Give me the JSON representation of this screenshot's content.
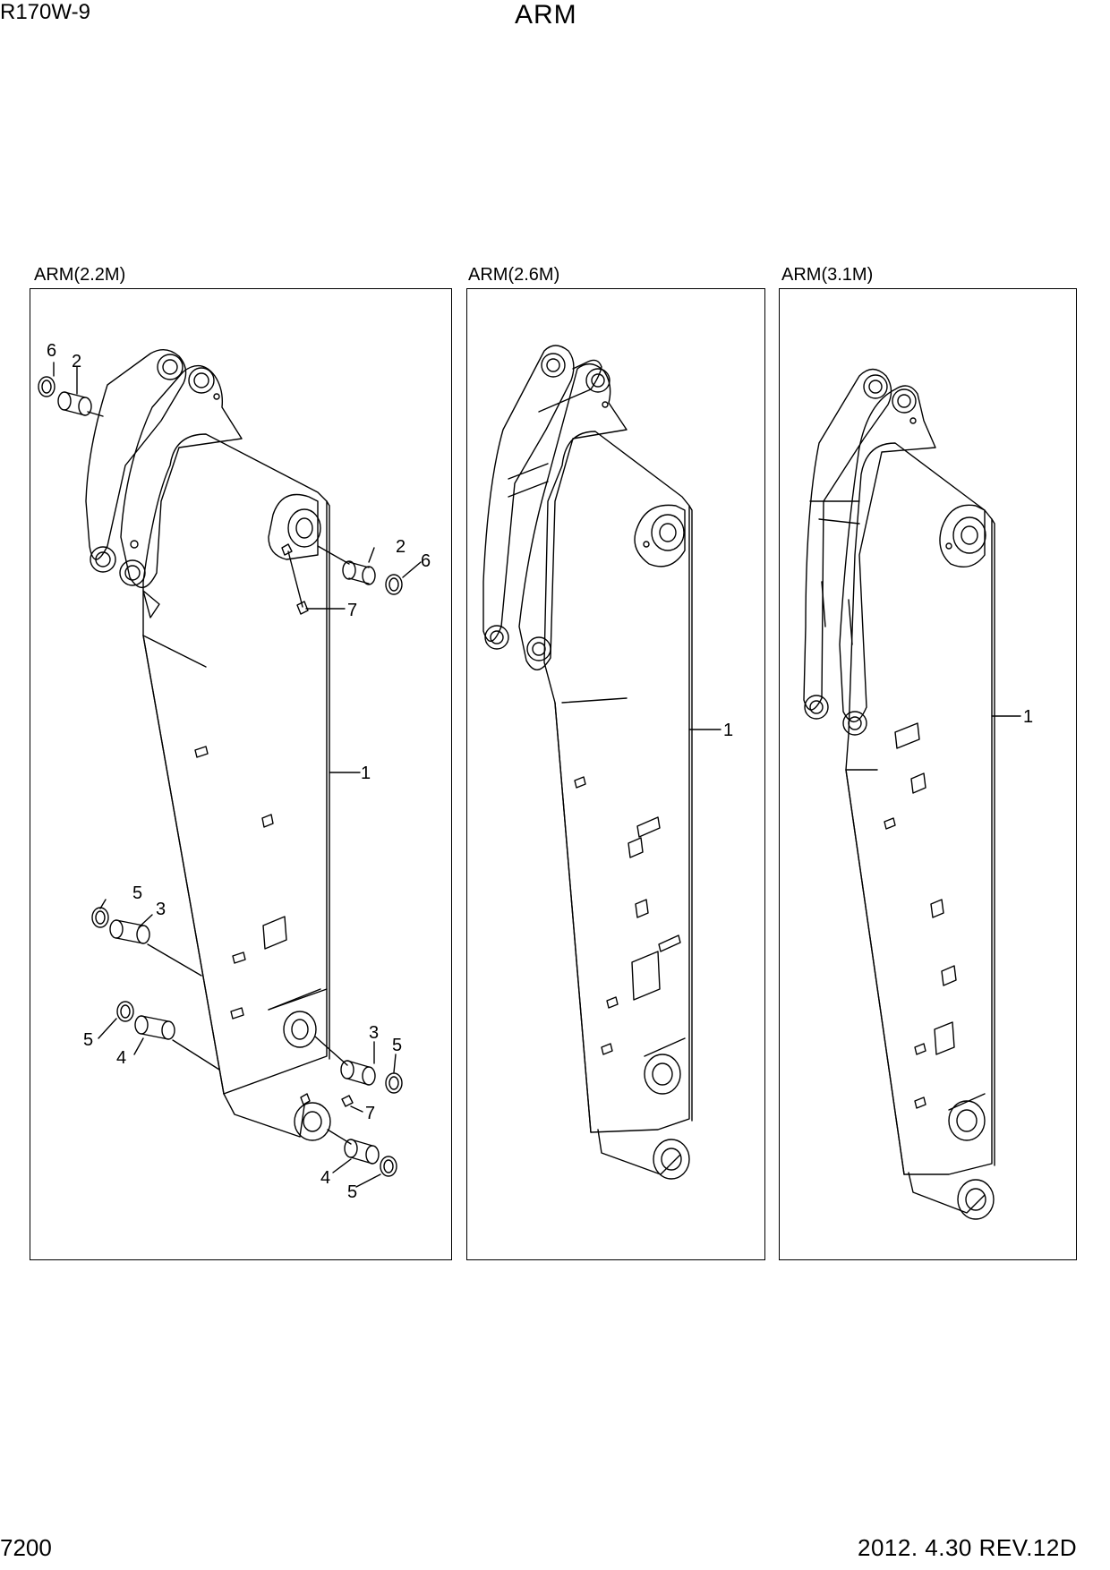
{
  "header": {
    "model": "R170W-9",
    "title": "ARM"
  },
  "footer": {
    "page_number": "7200",
    "revision": "2012. 4.30  REV.12D"
  },
  "panels": [
    {
      "label": "ARM(2.2M)",
      "callouts": [
        "6",
        "2",
        "2",
        "6",
        "7",
        "1",
        "5",
        "3",
        "5",
        "4",
        "3",
        "5",
        "7",
        "4",
        "5"
      ]
    },
    {
      "label": "ARM(2.6M)",
      "callouts": [
        "1"
      ]
    },
    {
      "label": "ARM(3.1M)",
      "callouts": [
        "1"
      ]
    }
  ]
}
